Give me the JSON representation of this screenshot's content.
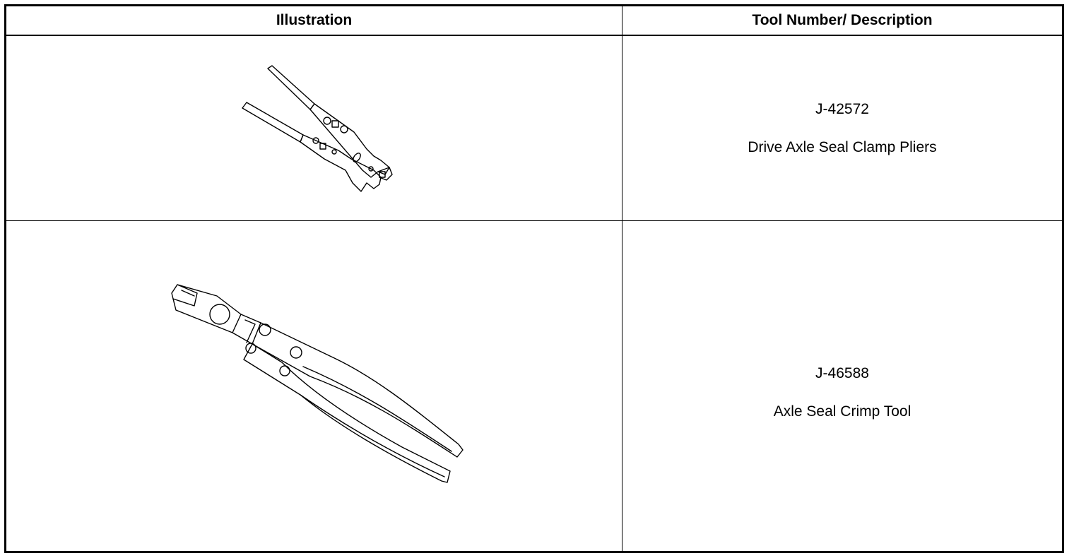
{
  "headers": {
    "illustration": "Illustration",
    "tool": "Tool Number/ Description"
  },
  "rows": [
    {
      "tool_number": "J-42572",
      "description": "Drive Axle Seal Clamp Pliers",
      "illustration_icon": "clamp-pliers-icon"
    },
    {
      "tool_number": "J-46588",
      "description": "Axle Seal Crimp Tool",
      "illustration_icon": "crimp-tool-icon"
    }
  ]
}
